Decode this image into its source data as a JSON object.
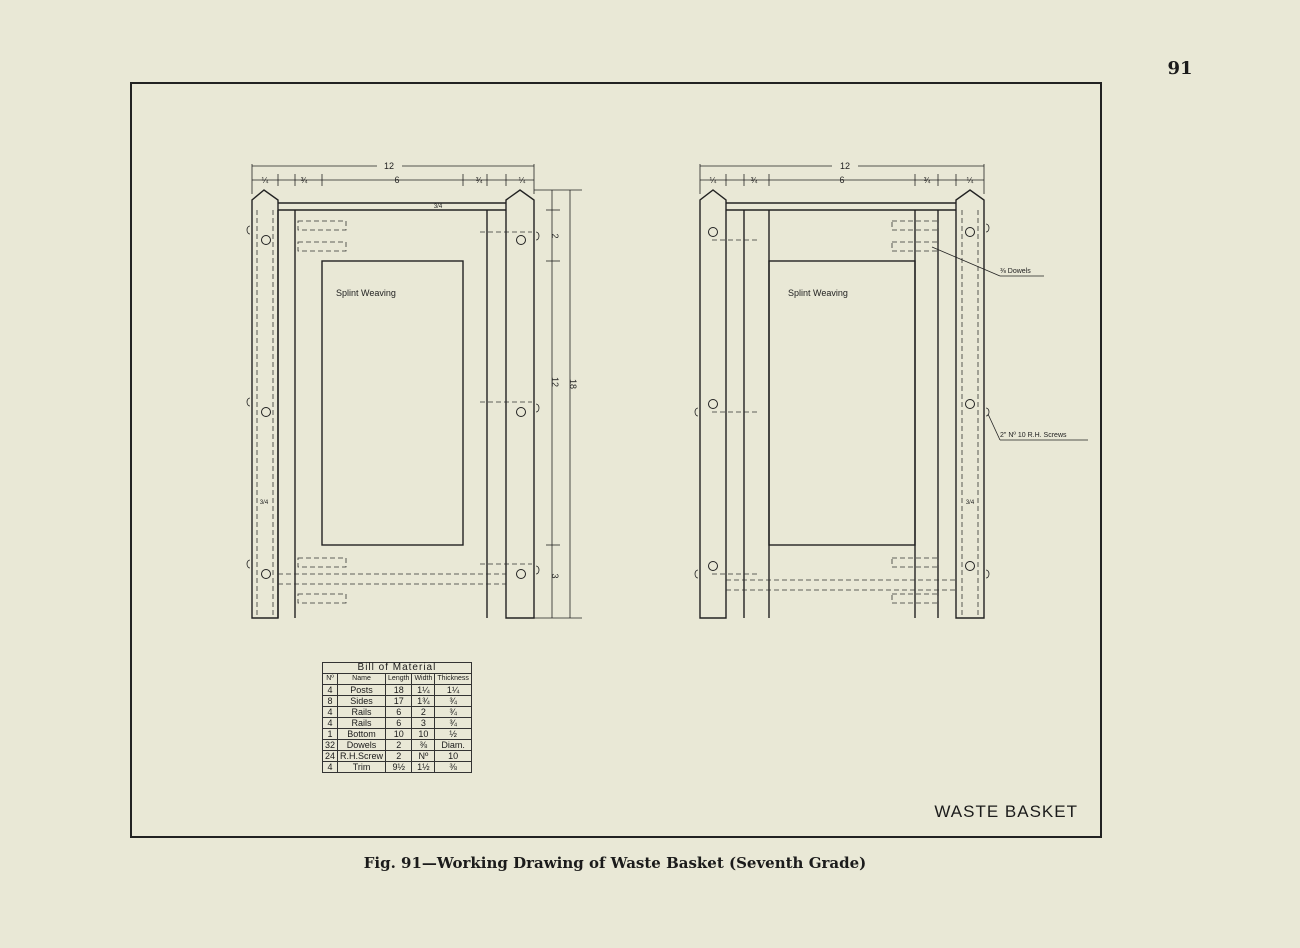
{
  "page_number": "91",
  "caption": "Fig. 91—Working Drawing of Waste Basket (Seventh Grade)",
  "title_block": "WASTE BASKET",
  "left_view": {
    "dim_overall": "12",
    "dim_quarter_left": "¼",
    "dim_three_quarter_left": "¾",
    "dim_center": "6",
    "dim_three_quarter_right": "¾",
    "dim_quarter_right": "¼",
    "panel_label": "Splint Weaving",
    "dim_height_overall": "18",
    "dim_height_panel": "12",
    "dim_height_top": "2",
    "dim_height_bottom": "3",
    "dim_top_small": "3/4",
    "dim_side_small": "3/4"
  },
  "right_view": {
    "dim_overall": "12",
    "dim_quarter_left": "¼",
    "dim_three_quarter_left": "¾",
    "dim_center": "6",
    "dim_three_quarter_right": "¾",
    "dim_quarter_right": "¼",
    "panel_label": "Splint Weaving",
    "callout_dowels": "⅜ Dowels",
    "callout_screws": "2\" Nº 10 R.H. Screws",
    "dim_side_small": "3/4"
  },
  "bill_of_material": {
    "title": "Bill of Material",
    "headers": [
      "Nº",
      "Name",
      "Length",
      "Width",
      "Thickness"
    ],
    "rows": [
      [
        "4",
        "Posts",
        "18",
        "1¼",
        "1¼"
      ],
      [
        "8",
        "Sides",
        "17",
        "1¾",
        "¾"
      ],
      [
        "4",
        "Rails",
        "6",
        "2",
        "¾"
      ],
      [
        "4",
        "Rails",
        "6",
        "3",
        "¾"
      ],
      [
        "1",
        "Bottom",
        "10",
        "10",
        "½"
      ],
      [
        "32",
        "Dowels",
        "2",
        "⅜",
        "Diam."
      ],
      [
        "24",
        "R.H.Screw",
        "2",
        "Nº",
        "10"
      ],
      [
        "4",
        "Trim",
        "9½",
        "1½",
        "⅜"
      ]
    ]
  }
}
